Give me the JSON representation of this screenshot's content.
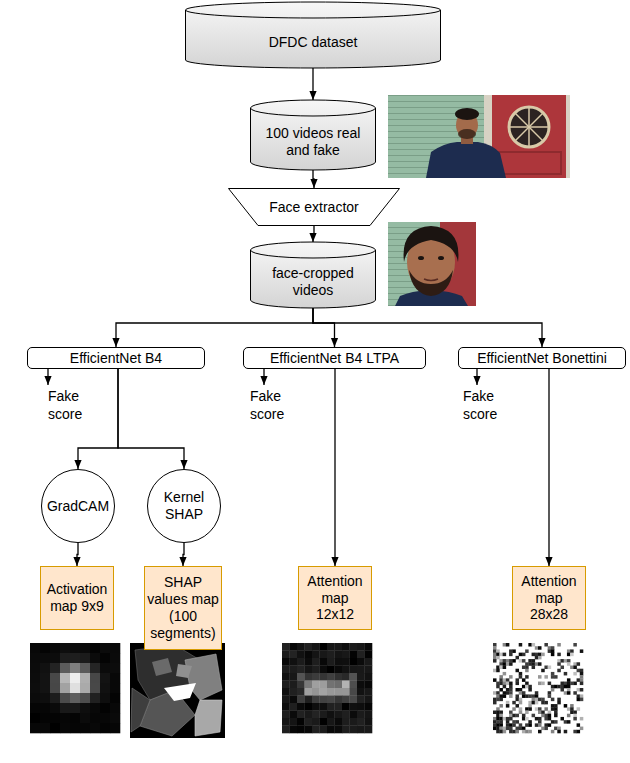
{
  "diagram": {
    "nodes": [
      {
        "text": [
          "DFDC dataset"
        ]
      },
      {
        "text": [
          "100 videos real and fake"
        ]
      },
      {
        "text": [
          "Face extractor"
        ]
      },
      {
        "text": [
          "face-cropped videos"
        ]
      },
      {
        "text": [
          "EfficientNet B4"
        ]
      },
      {
        "text": [
          "EfficientNet B4 LTPA"
        ]
      },
      {
        "text": [
          "EfficientNet Bonettini"
        ]
      },
      {
        "text": [
          "GradCAM"
        ]
      },
      {
        "text": [
          "Kernel SHAP"
        ]
      },
      {
        "text": [
          "Activation map 9x9"
        ]
      },
      {
        "text": [
          "SHAP values map (100 segments)"
        ]
      },
      {
        "text": [
          "Attention map 12x12"
        ]
      },
      {
        "text": [
          "Attention map 28x28"
        ]
      }
    ],
    "edges": [
      {
        "from": 0,
        "to": 1,
        "arrow": "to"
      },
      {
        "from": 1,
        "to": 2,
        "arrow": "to"
      },
      {
        "from": 2,
        "to": 3,
        "arrow": "to"
      },
      {
        "from": 3,
        "to": 4,
        "arrow": "to"
      },
      {
        "from": 3,
        "to": 5,
        "arrow": "to"
      },
      {
        "from": 3,
        "to": 6,
        "arrow": "to"
      },
      {
        "from": 4,
        "to": 7,
        "arrow": "to"
      },
      {
        "from": 4,
        "to": 8,
        "arrow": "to"
      },
      {
        "from": 7,
        "to": 9,
        "arrow": "to"
      },
      {
        "from": 8,
        "to": 10,
        "arrow": "to"
      },
      {
        "from": 5,
        "to": 11,
        "arrow": "to"
      },
      {
        "from": 6,
        "to": 12,
        "arrow": "to"
      }
    ],
    "labels": [
      "Fake score",
      "Fake score",
      "Fake score"
    ]
  }
}
